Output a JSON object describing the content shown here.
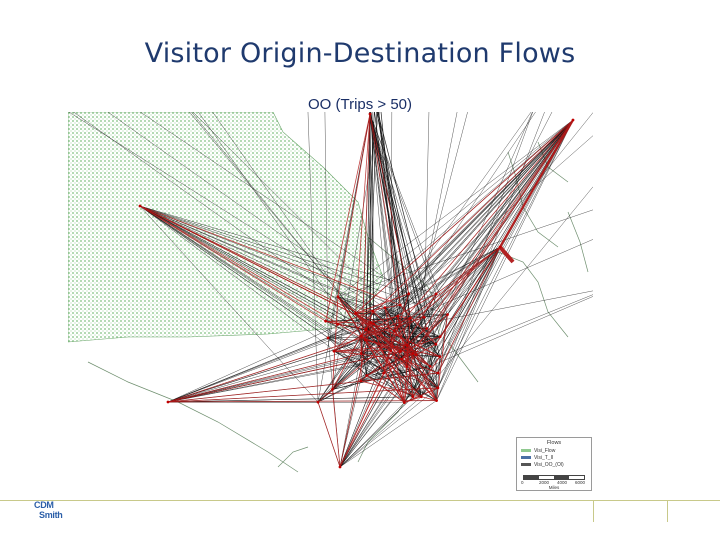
{
  "slide": {
    "title": "Visitor Origin-Destination Flows",
    "map_caption": "OO (Trips > 50)"
  },
  "map": {
    "land_color": "#8fc98f",
    "road_color": "#7a9a6a",
    "flow_color": "#111111",
    "heavy_flow_color": "#b01818",
    "node_color": "#c00000"
  },
  "legend": {
    "title": "Flows",
    "items": [
      {
        "label": "Visi_Flow",
        "color": "#8fc98f"
      },
      {
        "label": "Visi_T_II",
        "color": "#4a6fa5"
      },
      {
        "label": "Visi_OO_(Ol)",
        "color": "#555555"
      }
    ],
    "scale_labels": [
      "0",
      "2000",
      "4000",
      "6000"
    ],
    "units": "Miles"
  },
  "footer": {
    "logo_line1": "CDM",
    "logo_line2": "Smith"
  }
}
